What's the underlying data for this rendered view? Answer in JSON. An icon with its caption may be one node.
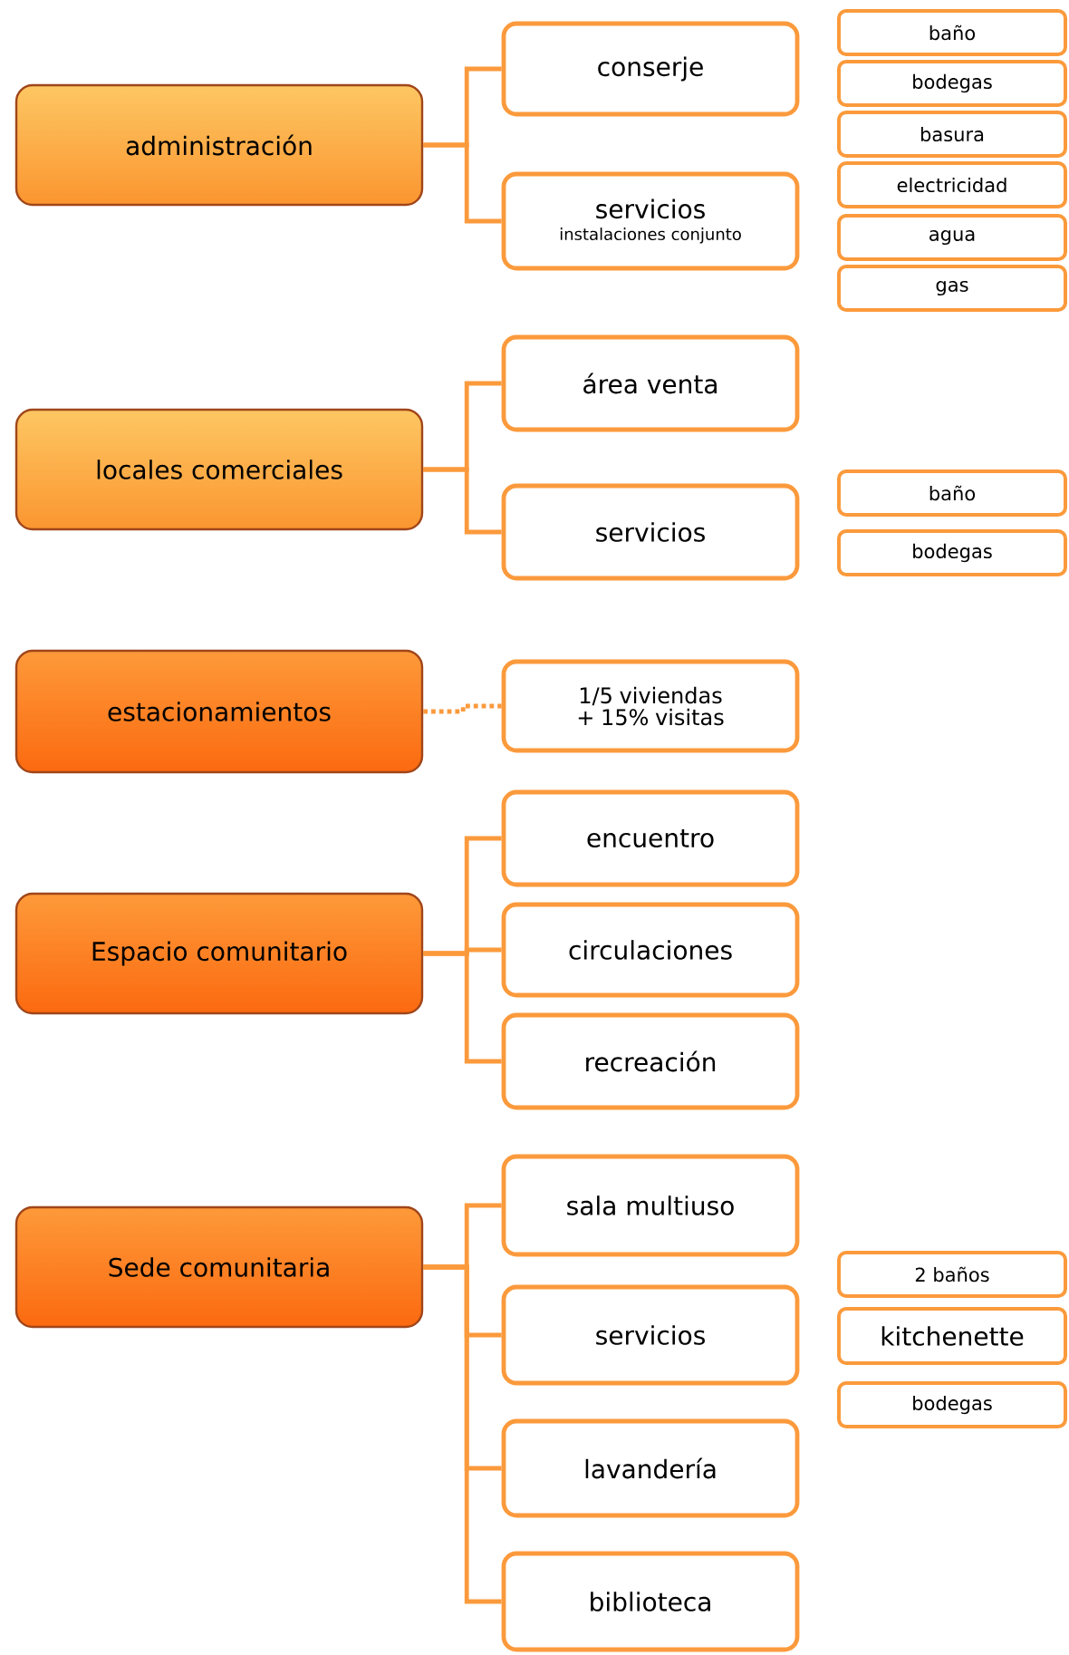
{
  "diagram": {
    "nodes": [
      {
        "text": [
          "administración"
        ]
      },
      {
        "text": [
          "conserje"
        ]
      },
      {
        "text": [
          "servicios",
          "instalaciones conjunto"
        ]
      },
      {
        "text": [
          "baño"
        ]
      },
      {
        "text": [
          "bodegas"
        ]
      },
      {
        "text": [
          "basura"
        ]
      },
      {
        "text": [
          "electricidad"
        ]
      },
      {
        "text": [
          "agua"
        ]
      },
      {
        "text": [
          "gas"
        ]
      },
      {
        "text": [
          "locales comerciales"
        ]
      },
      {
        "text": [
          "área venta"
        ]
      },
      {
        "text": [
          "servicios"
        ]
      },
      {
        "text": [
          "baño"
        ]
      },
      {
        "text": [
          "bodegas"
        ]
      },
      {
        "text": [
          "estacionamientos"
        ]
      },
      {
        "text": [
          "1/5 viviendas + 15% visitas"
        ]
      },
      {
        "text": [
          "Espacio comunitario"
        ]
      },
      {
        "text": [
          "encuentro"
        ]
      },
      {
        "text": [
          "circulaciones"
        ]
      },
      {
        "text": [
          "recreación"
        ]
      },
      {
        "text": [
          "Sede comunitaria"
        ]
      },
      {
        "text": [
          "sala multiuso"
        ]
      },
      {
        "text": [
          "servicios"
        ]
      },
      {
        "text": [
          "lavandería"
        ]
      },
      {
        "text": [
          "biblioteca"
        ]
      },
      {
        "text": [
          "2 baños"
        ]
      },
      {
        "text": [
          "kitchenette"
        ]
      },
      {
        "text": [
          "bodegas"
        ]
      }
    ],
    "edges": [
      {
        "from": 0,
        "to": 1,
        "arrow": "none"
      },
      {
        "from": 0,
        "to": 2,
        "arrow": "none"
      },
      {
        "from": 9,
        "to": 10,
        "arrow": "none"
      },
      {
        "from": 9,
        "to": 11,
        "arrow": "none"
      },
      {
        "from": 14,
        "to": 15,
        "arrow": "none",
        "style": "dashed"
      },
      {
        "from": 16,
        "to": 17,
        "arrow": "none"
      },
      {
        "from": 16,
        "to": 18,
        "arrow": "none"
      },
      {
        "from": 16,
        "to": 19,
        "arrow": "none"
      },
      {
        "from": 20,
        "to": 21,
        "arrow": "none"
      },
      {
        "from": 20,
        "to": 22,
        "arrow": "none"
      },
      {
        "from": 20,
        "to": 23,
        "arrow": "none"
      },
      {
        "from": 20,
        "to": 24,
        "arrow": "none"
      }
    ]
  }
}
